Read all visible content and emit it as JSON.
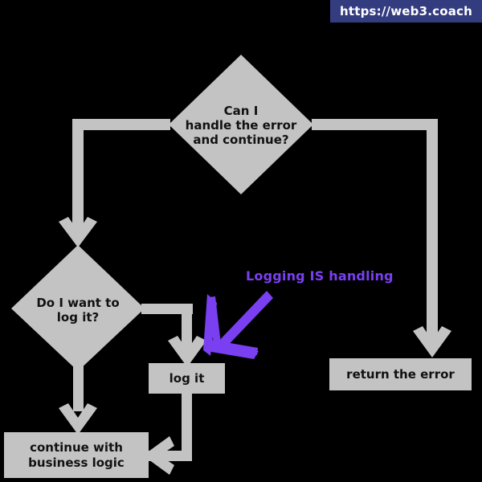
{
  "page": {
    "background_color": "#000000",
    "node_fill": "#C3C3C3",
    "node_text_color": "#111111",
    "connector_color": "#C3C3C3",
    "accent_color": "#7B3FF2"
  },
  "banner": {
    "text": "https://web3.coach",
    "background_color": "#343C80",
    "text_color": "#FFFFFF"
  },
  "diagram": {
    "type": "flowchart",
    "nodes": [
      {
        "id": "can-handle",
        "shape": "diamond",
        "text": "Can I\nhandle the error\nand continue?"
      },
      {
        "id": "want-log",
        "shape": "diamond",
        "text": "Do I want to\nlog it?"
      },
      {
        "id": "log-it",
        "shape": "box",
        "text": "log it"
      },
      {
        "id": "continue-business",
        "shape": "box",
        "text": "continue with\nbusiness logic"
      },
      {
        "id": "return-error",
        "shape": "box",
        "text": "return the error"
      }
    ],
    "edges": [
      {
        "from": "can-handle",
        "to": "want-log",
        "label": ""
      },
      {
        "from": "can-handle",
        "to": "return-error",
        "label": ""
      },
      {
        "from": "want-log",
        "to": "log-it",
        "label": ""
      },
      {
        "from": "want-log",
        "to": "continue-business",
        "label": ""
      },
      {
        "from": "log-it",
        "to": "continue-business",
        "label": ""
      }
    ],
    "annotation": {
      "text": "Logging IS handling",
      "color": "#7B3FF2",
      "points_to": "log-it"
    }
  }
}
